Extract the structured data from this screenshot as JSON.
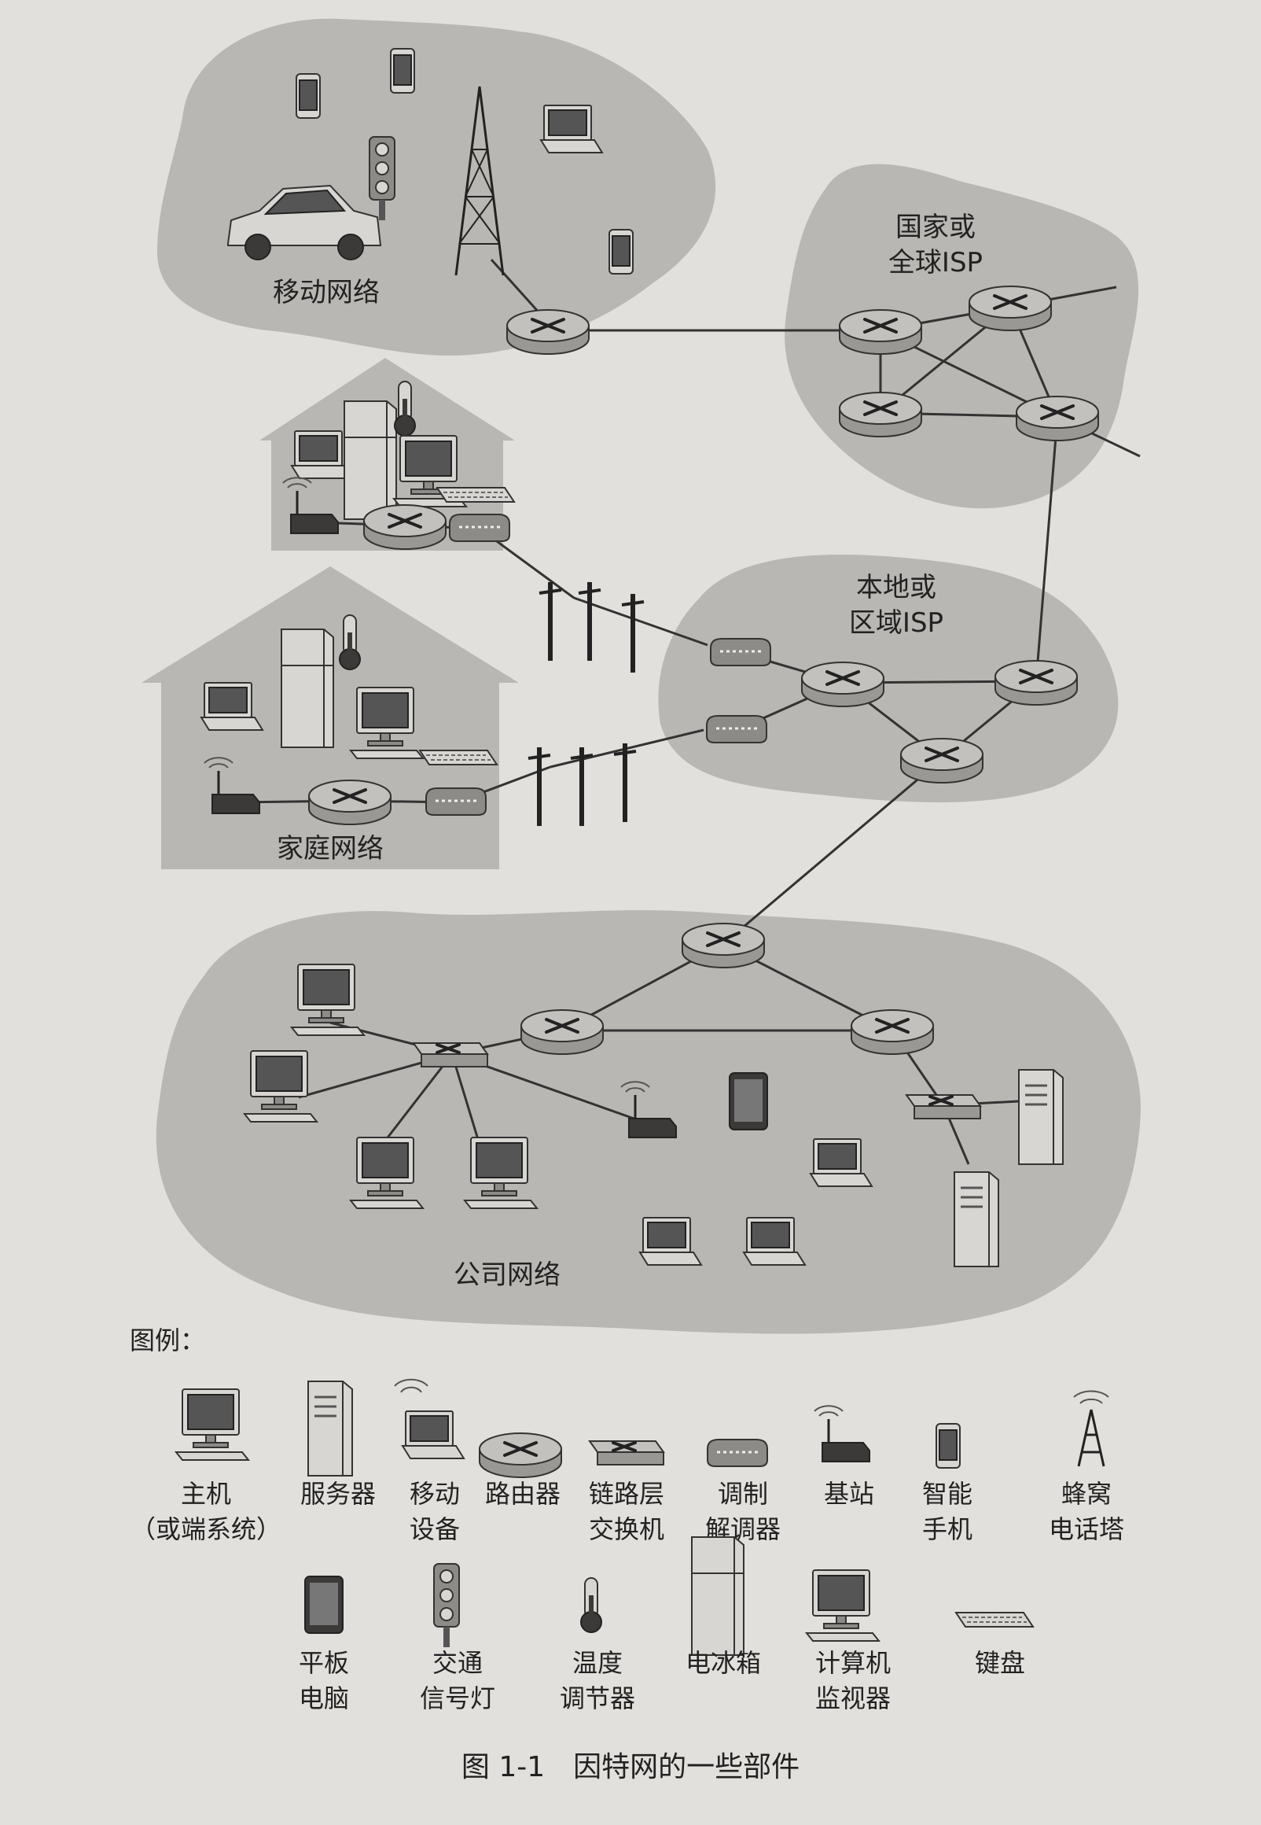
{
  "regions": {
    "mobile": "移动网络",
    "global_isp": [
      "国家或",
      "全球ISP"
    ],
    "regional_isp": [
      "本地或",
      "区域ISP"
    ],
    "home": "家庭网络",
    "enterprise": "公司网络"
  },
  "legend": {
    "title": "图例：",
    "items": [
      {
        "icon": "host-icon",
        "lines": [
          "主机",
          "（或端系统）"
        ]
      },
      {
        "icon": "server-icon",
        "lines": [
          "服务器"
        ]
      },
      {
        "icon": "mobile-device-icon",
        "lines": [
          "移动",
          "设备"
        ]
      },
      {
        "icon": "router-icon",
        "lines": [
          "路由器"
        ]
      },
      {
        "icon": "link-layer-switch-icon",
        "lines": [
          "链路层",
          "交换机"
        ]
      },
      {
        "icon": "modem-icon",
        "lines": [
          "调制",
          "解调器"
        ]
      },
      {
        "icon": "base-station-icon",
        "lines": [
          "基站"
        ]
      },
      {
        "icon": "smartphone-icon",
        "lines": [
          "智能",
          "手机"
        ]
      },
      {
        "icon": "cell-tower-icon",
        "lines": [
          "蜂窝",
          "电话塔"
        ]
      },
      {
        "icon": "tablet-icon",
        "lines": [
          "平板",
          "电脑"
        ]
      },
      {
        "icon": "traffic-light-icon",
        "lines": [
          "交通",
          "信号灯"
        ]
      },
      {
        "icon": "thermostat-icon",
        "lines": [
          "温度",
          "调节器"
        ]
      },
      {
        "icon": "fridge-icon",
        "lines": [
          "电冰箱"
        ]
      },
      {
        "icon": "monitor-icon",
        "lines": [
          "计算机",
          "监视器"
        ]
      },
      {
        "icon": "keyboard-icon",
        "lines": [
          "键盘"
        ]
      }
    ]
  },
  "caption": "图 1-1　因特网的一些部件"
}
